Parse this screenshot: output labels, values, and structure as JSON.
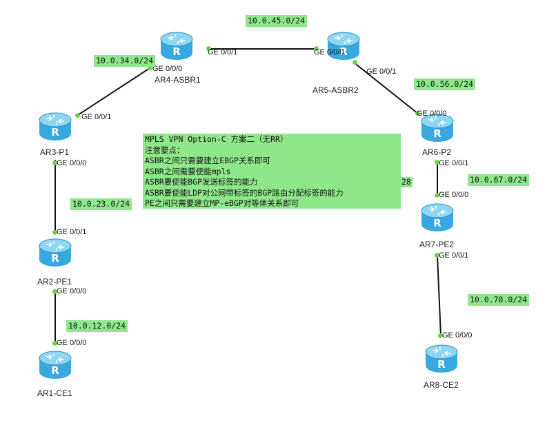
{
  "routers": [
    {
      "id": "AR1",
      "name": "AR1-CE1"
    },
    {
      "id": "AR2",
      "name": "AR2-PE1"
    },
    {
      "id": "AR3",
      "name": "AR3-P1"
    },
    {
      "id": "AR4",
      "name": "AR4-ASBR1"
    },
    {
      "id": "AR5",
      "name": "AR5-ASBR2"
    },
    {
      "id": "AR6",
      "name": "AR6-P2"
    },
    {
      "id": "AR7",
      "name": "AR7-PE2"
    },
    {
      "id": "AR8",
      "name": "AR8-CE2"
    }
  ],
  "router_glyph": "R",
  "subnets": {
    "s12": "10.0.12.0/24",
    "s23": "10.0.23.0/24",
    "s34": "10.0.34.0/24",
    "s45": "10.0.45.0/24",
    "s56": "10.0.56.0/24",
    "s67": "10.0.67.0/24",
    "s78": "10.0.78.0/24"
  },
  "ports": {
    "ar1_g000": "GE 0/0/0",
    "ar2_g000": "GE 0/0/0",
    "ar2_g001": "GE 0/0/1",
    "ar3_g000": "GE 0/0/0",
    "ar3_g001": "GE 0/0/1",
    "ar4_g000": "GE 0/0/0",
    "ar4_g001": "GE 0/0/1",
    "ar5_g000": "GE 0/0/0",
    "ar5_g001": "GE 0/0/1",
    "ar6_g000": "GE 0/0/0",
    "ar6_g001": "GE 0/0/1",
    "ar7_g000": "GE 0/0/0",
    "ar7_g001": "GE 0/0/1",
    "ar8_g000": "GE 0/0/0"
  },
  "note": {
    "lines": [
      "MPLS VPN Option-C 方案二（无RR）",
      "注意要点：",
      "ASBR之间只需要建立EBGP关系即可",
      "ASBR之间需要使能mpls",
      "ASBR要使能BGP发送标签的能力",
      "ASBR要使能LDP对公网带标签的BGP路由分配标签的能力",
      "PE之间只需要建立MP-eBGP对等体关系即可"
    ],
    "overflow_stub": "28"
  },
  "colors": {
    "label_bg": "#8ee88a",
    "port_dot": "#6cd34a",
    "router_body": "#3aa8e0",
    "router_top": "#8fd6f5",
    "link": "#111111"
  }
}
